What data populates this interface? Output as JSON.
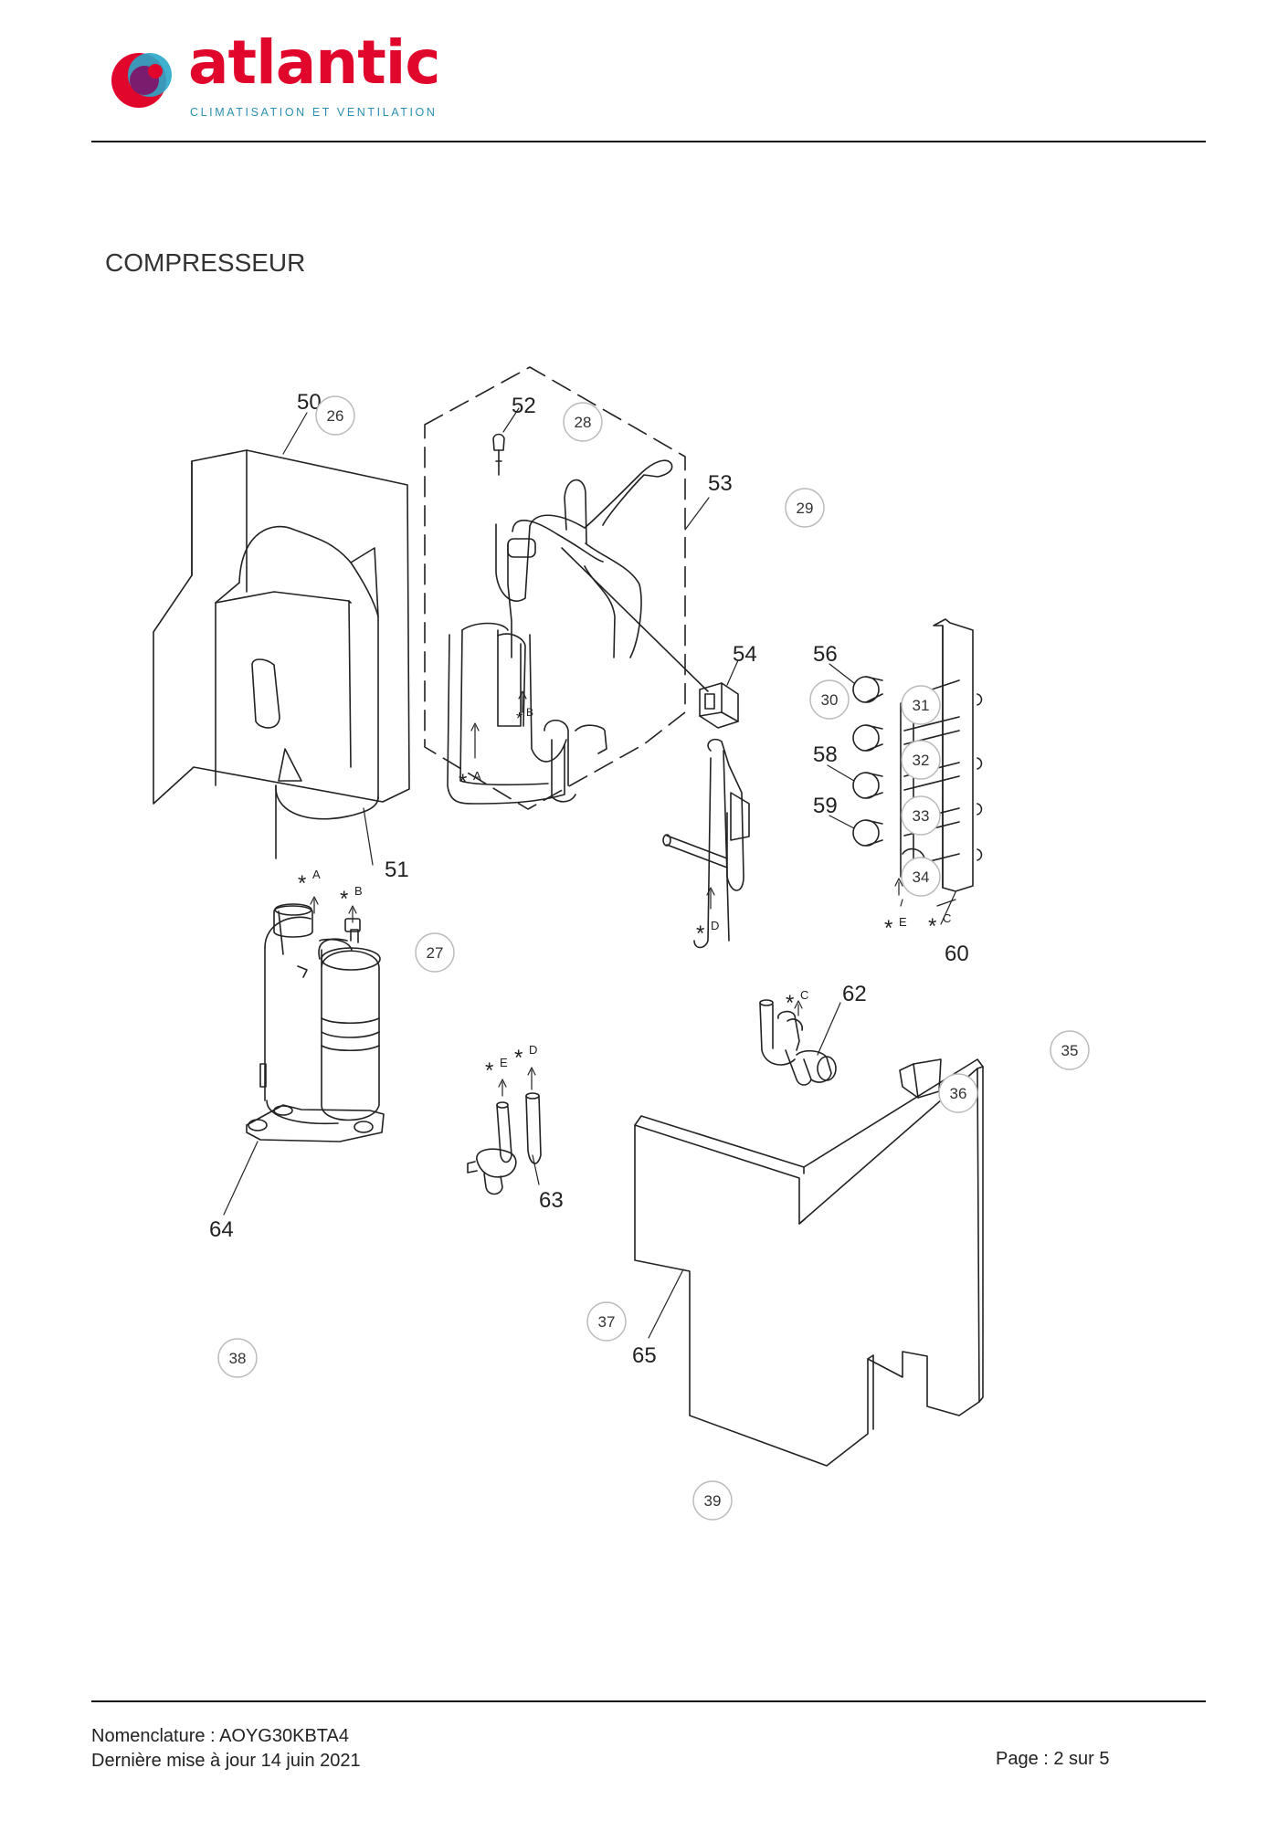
{
  "header": {
    "brand": "atlantic",
    "tagline": "CLIMATISATION ET VENTILATION"
  },
  "section": {
    "title": "COMPRESSEUR"
  },
  "part_labels": {
    "p50": "50",
    "p51": "51",
    "p52": "52",
    "p53": "53",
    "p54": "54",
    "p56": "56",
    "p58": "58",
    "p59": "59",
    "p60": "60",
    "p62": "62",
    "p63": "63",
    "p64": "64",
    "p65": "65"
  },
  "callouts": {
    "c26": "26",
    "c27": "27",
    "c28": "28",
    "c29": "29",
    "c30": "30",
    "c31": "31",
    "c32": "32",
    "c33": "33",
    "c34": "34",
    "c35": "35",
    "c36": "36",
    "c37": "37",
    "c38": "38",
    "c39": "39"
  },
  "connection_marks": {
    "a": "A",
    "b": "B",
    "c": "C",
    "d": "D",
    "e": "E",
    "star": "*"
  },
  "footer": {
    "nomenclature": "Nomenclature : AOYG30KBTA4",
    "updated": "Dernière mise à jour 14 juin 2021",
    "page": "Page : 2 sur 5"
  }
}
